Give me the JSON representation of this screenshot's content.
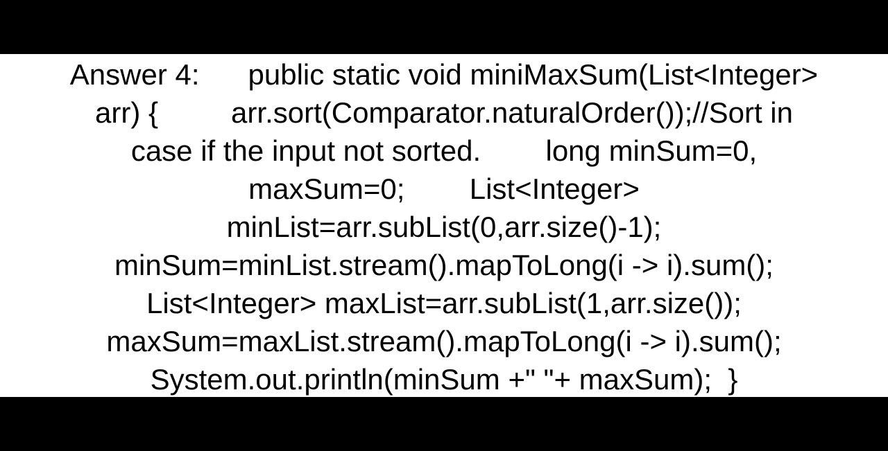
{
  "document": {
    "lines": [
      "Answer 4:      public static void miniMaxSum(List<Integer>",
      "arr) {         arr.sort(Comparator.naturalOrder());//Sort in",
      "case if the input not sorted.        long minSum=0,",
      "maxSum=0;        List<Integer>",
      "minList=arr.subList(0,arr.size()-1);",
      "minSum=minList.stream().mapToLong(i -> i).sum();",
      "List<Integer> maxList=arr.subList(1,arr.size());",
      "maxSum=maxList.stream().mapToLong(i -> i).sum();",
      "System.out.println(minSum +\" \"+ maxSum);  }"
    ]
  },
  "colors": {
    "background": "#ffffff",
    "text": "#000000",
    "letterbox": "#000000"
  }
}
